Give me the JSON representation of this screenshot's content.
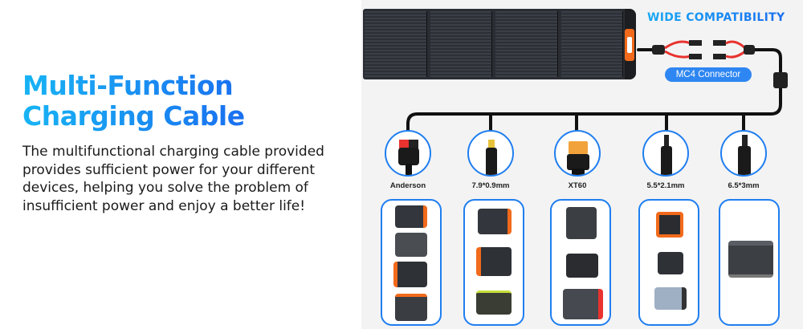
{
  "headline": {
    "line1": "Multi-Function",
    "line2": "Charging Cable"
  },
  "description": "The multifunctional charging cable provided provides sufficient power for your different devices, helping you solve the problem of insufficient power and enjoy a better life!",
  "badge": {
    "wide_compatibility": "WIDE COMPATIBILITY",
    "mc4_label": "MC4 Connector"
  },
  "connectors": [
    {
      "label": "Anderson",
      "icon": "anderson-connector-icon"
    },
    {
      "label": "7.9*0.9mm",
      "icon": "dc-barrel-connector-icon"
    },
    {
      "label": "XT60",
      "icon": "xt60-connector-icon"
    },
    {
      "label": "5.5*2.1mm",
      "icon": "dc-barrel-connector-icon"
    },
    {
      "label": "6.5*3mm",
      "icon": "dc-barrel-connector-icon"
    }
  ],
  "colors": {
    "accent_blue": "#1f7ef0",
    "gradient_start": "#18b4f4",
    "orange": "#f26a1b",
    "cable_red": "#e8332f"
  }
}
